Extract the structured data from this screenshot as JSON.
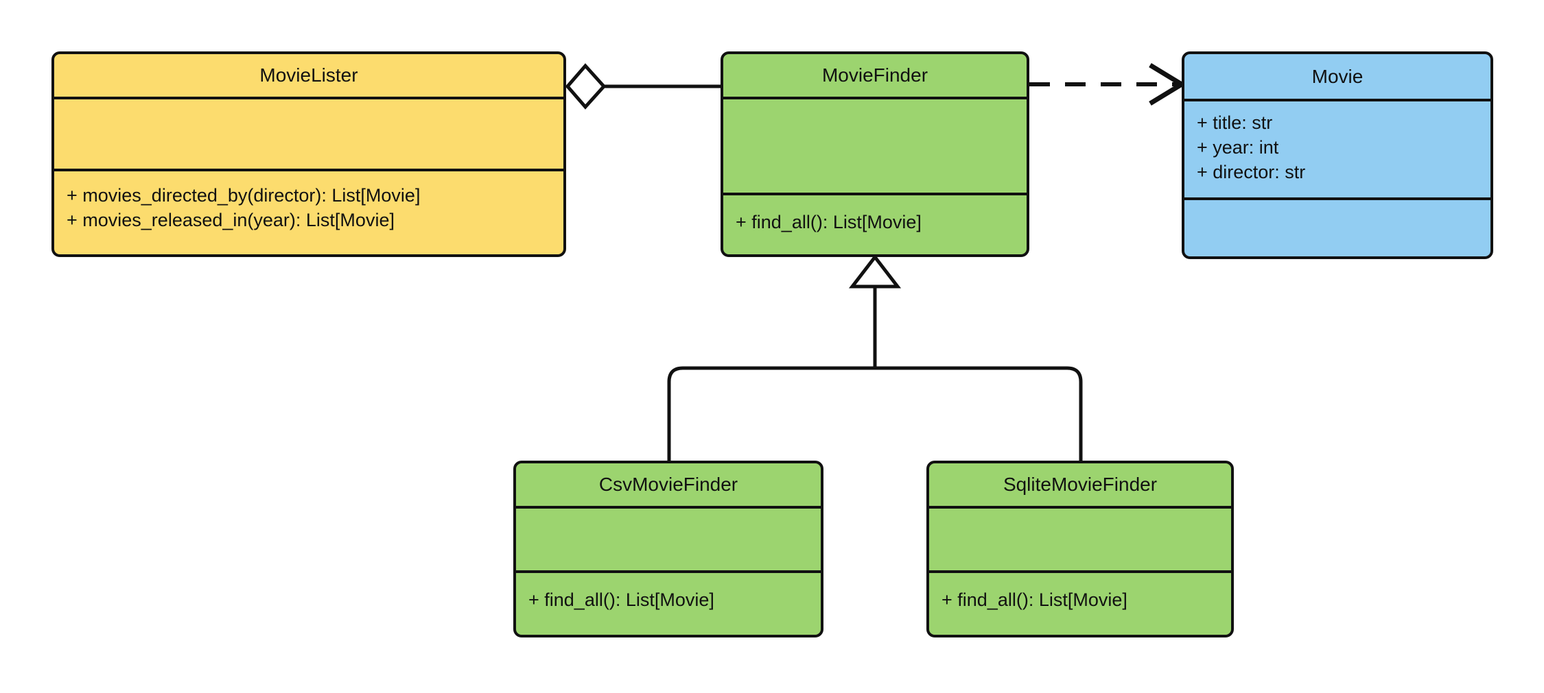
{
  "diagram": {
    "type": "uml-class-diagram",
    "background_color": "#ffffff",
    "line_color": "#111111",
    "palette": {
      "yellow": "#fcdc6e",
      "green": "#9cd46f",
      "blue": "#92cdf2",
      "marker_fill": "#ffffff"
    }
  },
  "classes": [
    {
      "id": "movielister",
      "name": "MovieLister",
      "color": "#fcdc6e",
      "attributes": [],
      "operations": [
        "+ movies_directed_by(director): List[Movie]",
        "+ movies_released_in(year): List[Movie]"
      ]
    },
    {
      "id": "moviefinder",
      "name": "MovieFinder",
      "color": "#9cd46f",
      "attributes": [],
      "operations": [
        "+ find_all(): List[Movie]"
      ]
    },
    {
      "id": "movie",
      "name": "Movie",
      "color": "#92cdf2",
      "attributes": [
        "+ title: str",
        "+ year: int",
        "+ director: str"
      ],
      "operations": []
    },
    {
      "id": "csvmoviefinder",
      "name": "CsvMovieFinder",
      "color": "#9cd46f",
      "attributes": [],
      "operations": [
        "+ find_all(): List[Movie]"
      ]
    },
    {
      "id": "sqlitemoviefinder",
      "name": "SqliteMovieFinder",
      "color": "#9cd46f",
      "attributes": [],
      "operations": [
        "+ find_all(): List[Movie]"
      ]
    }
  ],
  "relationships": [
    {
      "id": "aggregation-movielister-moviefinder",
      "kind": "aggregation",
      "from": "MovieLister",
      "to": "MovieFinder",
      "marker": "hollow-diamond",
      "line_style": "solid"
    },
    {
      "id": "dependency-moviefinder-movie",
      "kind": "dependency",
      "from": "MovieFinder",
      "to": "Movie",
      "marker": "open-arrow",
      "line_style": "dashed"
    },
    {
      "id": "inheritance-csvmoviefinder-moviefinder",
      "kind": "generalization",
      "from": "CsvMovieFinder",
      "to": "MovieFinder",
      "marker": "hollow-triangle",
      "line_style": "solid"
    },
    {
      "id": "inheritance-sqlitemoviefinder-moviefinder",
      "kind": "generalization",
      "from": "SqliteMovieFinder",
      "to": "MovieFinder",
      "marker": "hollow-triangle",
      "line_style": "solid"
    }
  ]
}
